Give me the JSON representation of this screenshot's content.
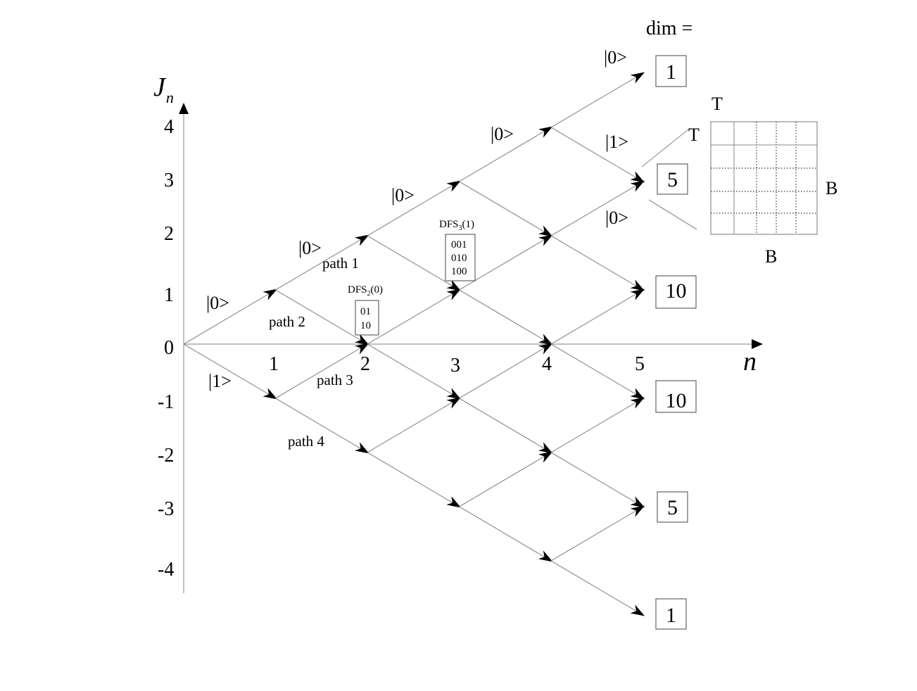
{
  "y_axis": {
    "label_main": "J",
    "label_sub": "n",
    "ticks": [
      "4",
      "3",
      "2",
      "1",
      "0",
      "-1",
      "-2",
      "-3",
      "-4"
    ]
  },
  "x_axis": {
    "label": "n",
    "ticks": [
      "1",
      "2",
      "3",
      "4",
      "5"
    ]
  },
  "dim_label": "dim =",
  "dim_values": [
    "1",
    "5",
    "10",
    "10",
    "5",
    "1"
  ],
  "kets": {
    "k0_n0": "|0>",
    "k1_n0": "|1>",
    "k0_n1": "|0>",
    "k0_n2": "|0>",
    "k0_n3": "|0>",
    "k0_n4_top": "|0>",
    "k1_n4": "|1>",
    "k0_n4_low": "|0>"
  },
  "paths": [
    "path 1",
    "path 2",
    "path 3",
    "path 4"
  ],
  "dfs2": {
    "label": "DFS",
    "sub": "2",
    "arg": "(0)",
    "rows": [
      "01",
      "10"
    ]
  },
  "dfs3": {
    "label": "DFS",
    "sub": "3",
    "arg": "(1)",
    "rows": [
      "001",
      "010",
      "100"
    ]
  },
  "matrix": {
    "top_label": "T",
    "left_label": "T",
    "right_label": "B",
    "bottom_label": "B"
  }
}
